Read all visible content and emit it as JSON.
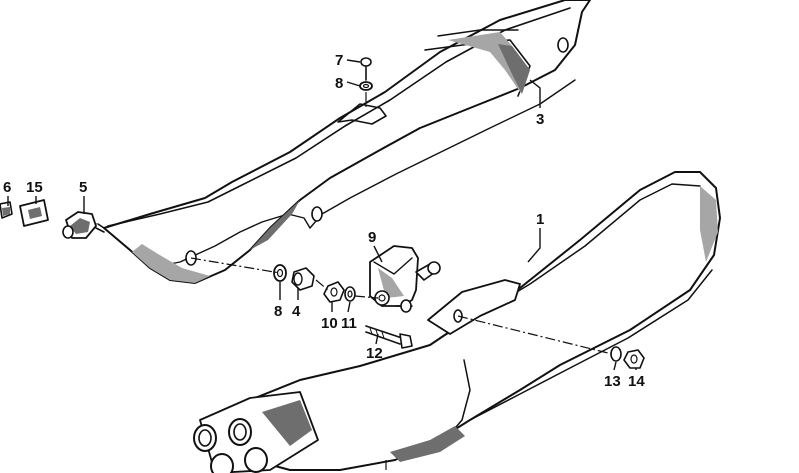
{
  "diagram": {
    "callouts": {
      "c1": "1",
      "c3": "3",
      "c4": "4",
      "c5": "5",
      "c6": "6",
      "c7": "7",
      "c8_top": "8",
      "c8_bottom": "8",
      "c9": "9",
      "c10": "10",
      "c11": "11",
      "c12": "12",
      "c13": "13",
      "c14": "14",
      "c15": "15"
    },
    "colors": {
      "ink": "#111111",
      "shading": "#6e6e6e",
      "background": "#ffffff"
    }
  }
}
